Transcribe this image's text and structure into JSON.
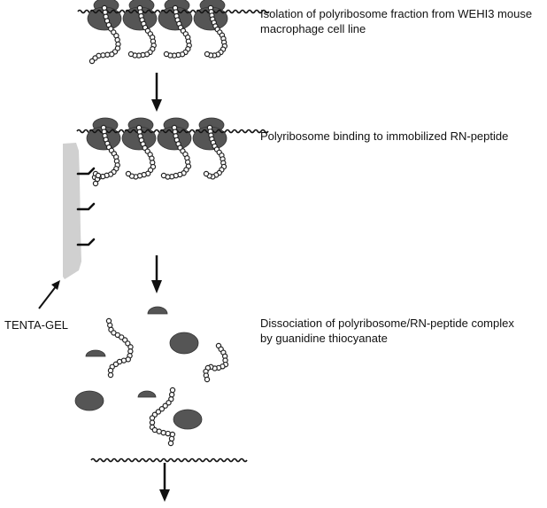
{
  "steps": [
    {
      "label": "Isolation of polyribosome fraction from WEHI3 mouse\nmacrophage cell line"
    },
    {
      "label": "Polyribosome binding to immobilized RN-peptide"
    },
    {
      "label": "Dissociation of polyribosome/RN-peptide complex\nby guanidine thiocyanate"
    }
  ],
  "support": {
    "label": "TENTA-GEL"
  },
  "colors": {
    "ribosome": "#555555",
    "ribosome_outline": "#333333",
    "bead_fill": "#ffffff",
    "bead_stroke": "#222222",
    "gel": "#d0d0d0",
    "ink": "#111111"
  },
  "counts": {
    "polysome_ribosomes": 4,
    "bound_peptides": 3
  }
}
